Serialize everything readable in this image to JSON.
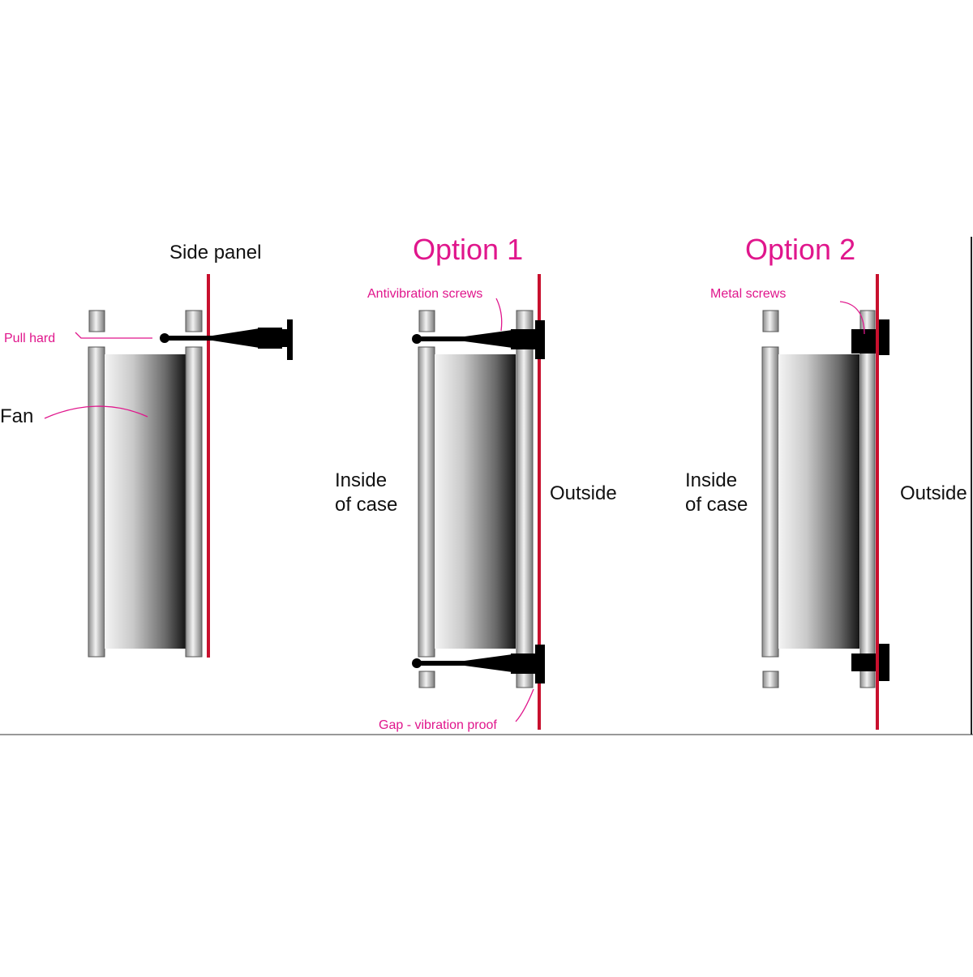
{
  "colors": {
    "accent": "#e0168c",
    "panel": "#c8102e",
    "hardware": "#000000",
    "text": "#111111"
  },
  "diagram_1": {
    "side_panel": "Side panel",
    "pull_hard": "Pull hard",
    "fan": "Fan"
  },
  "diagram_2": {
    "title": "Option 1",
    "screws": "Antivibration screws",
    "inside_line1": "Inside",
    "inside_line2": "of case",
    "outside": "Outside",
    "gap": "Gap - vibration proof"
  },
  "diagram_3": {
    "title": "Option 2",
    "screws": "Metal screws",
    "inside_line1": "Inside",
    "inside_line2": "of case",
    "outside": "Outside"
  }
}
